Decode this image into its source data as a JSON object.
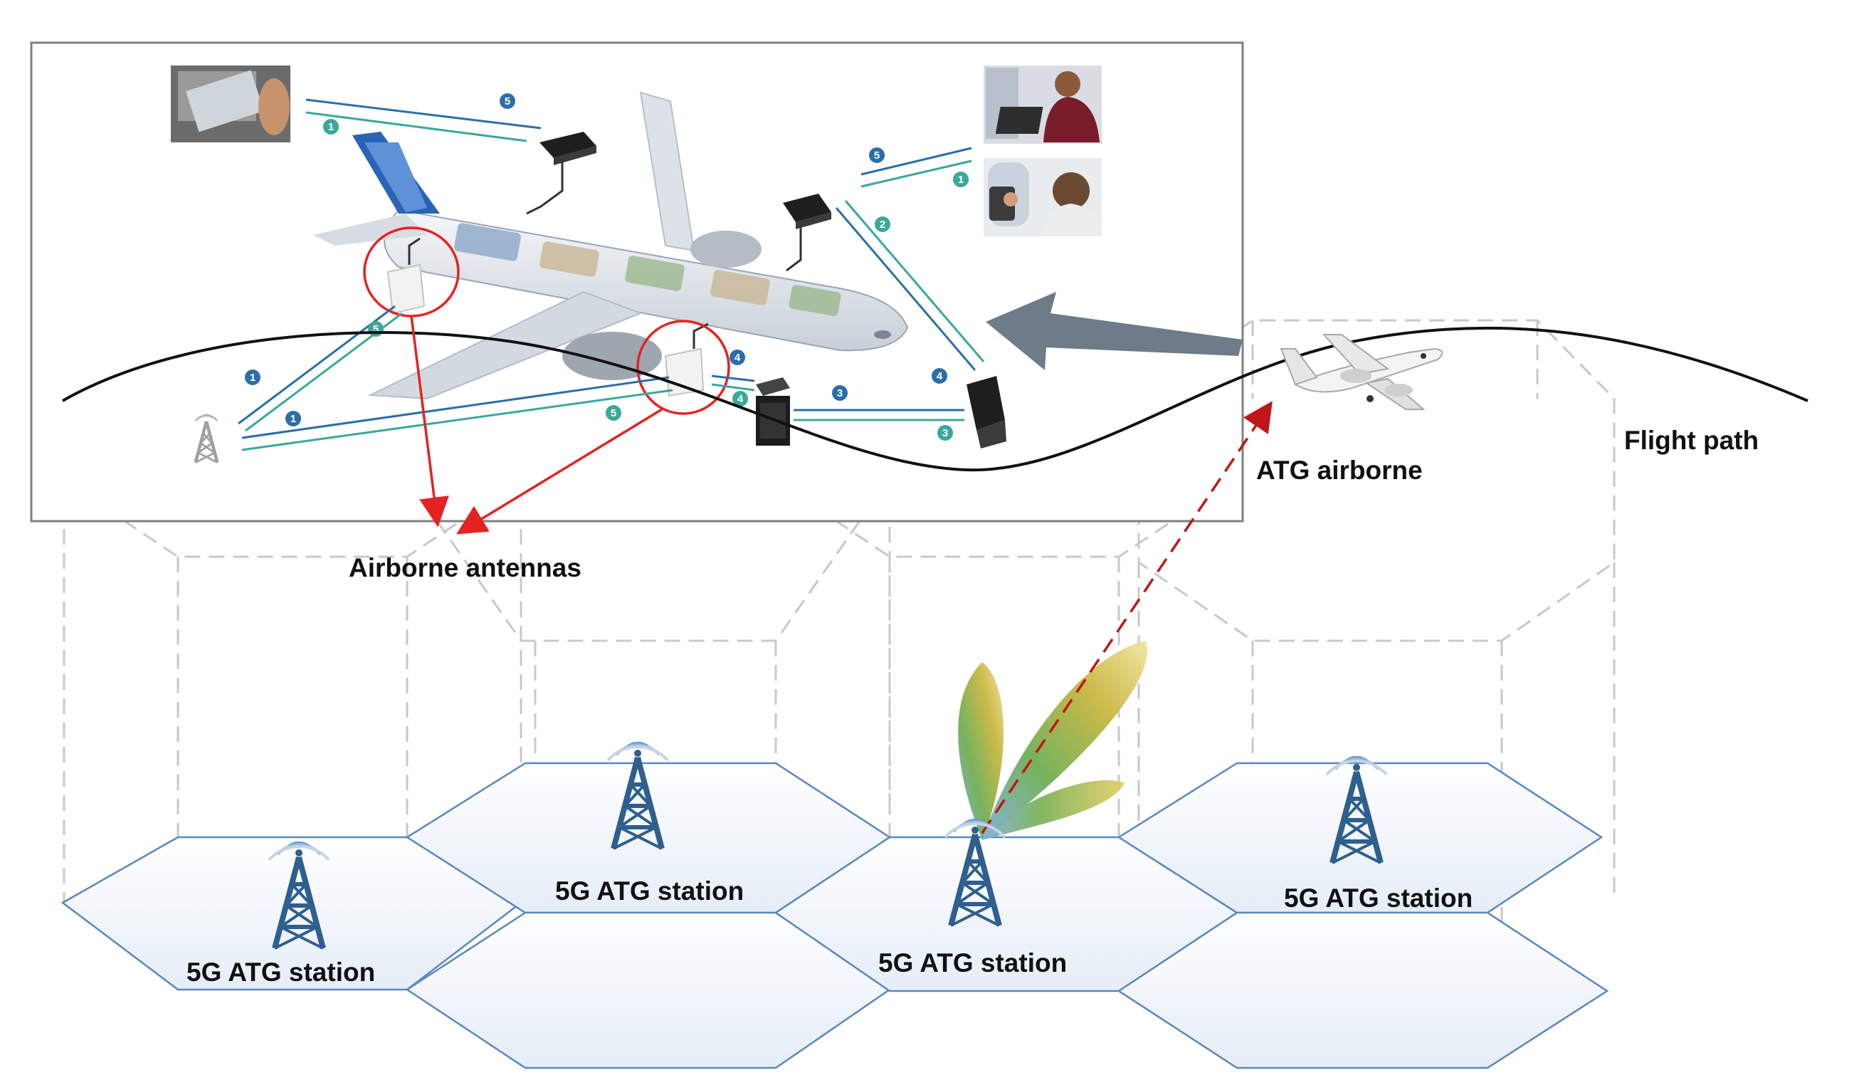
{
  "labels": {
    "airborne_antennas": "Airborne antennas",
    "atg_airborne": "ATG airborne",
    "flight_path": "Flight path",
    "station_1": "5G ATG station",
    "station_2": "5G ATG station",
    "station_3": "5G ATG station",
    "station_4": "5G ATG station"
  },
  "step_badges": {
    "b1": "1",
    "b2": "2",
    "b3": "3",
    "b4": "4",
    "b5": "5"
  },
  "colors": {
    "inset_border": "#7f7f7f",
    "dashed_cell": "#c8c8c8",
    "hex_stroke": "#5b87c0",
    "tower": "#2e5f8f",
    "signal_line": "#3aa89a",
    "signal_line_blue": "#2c6ea8",
    "antenna_highlight": "#e52222",
    "link_arrow": "#c01616",
    "big_arrow": "#6e7b88",
    "flight_path": "#111111"
  },
  "icons": {
    "tower": "cell-tower-icon",
    "aircraft": "airplane-icon",
    "beam": "beam-pattern-icon",
    "avionics": "avionics-box-icon",
    "antenna": "airborne-antenna-icon",
    "passenger": "passenger-photo-icon"
  }
}
